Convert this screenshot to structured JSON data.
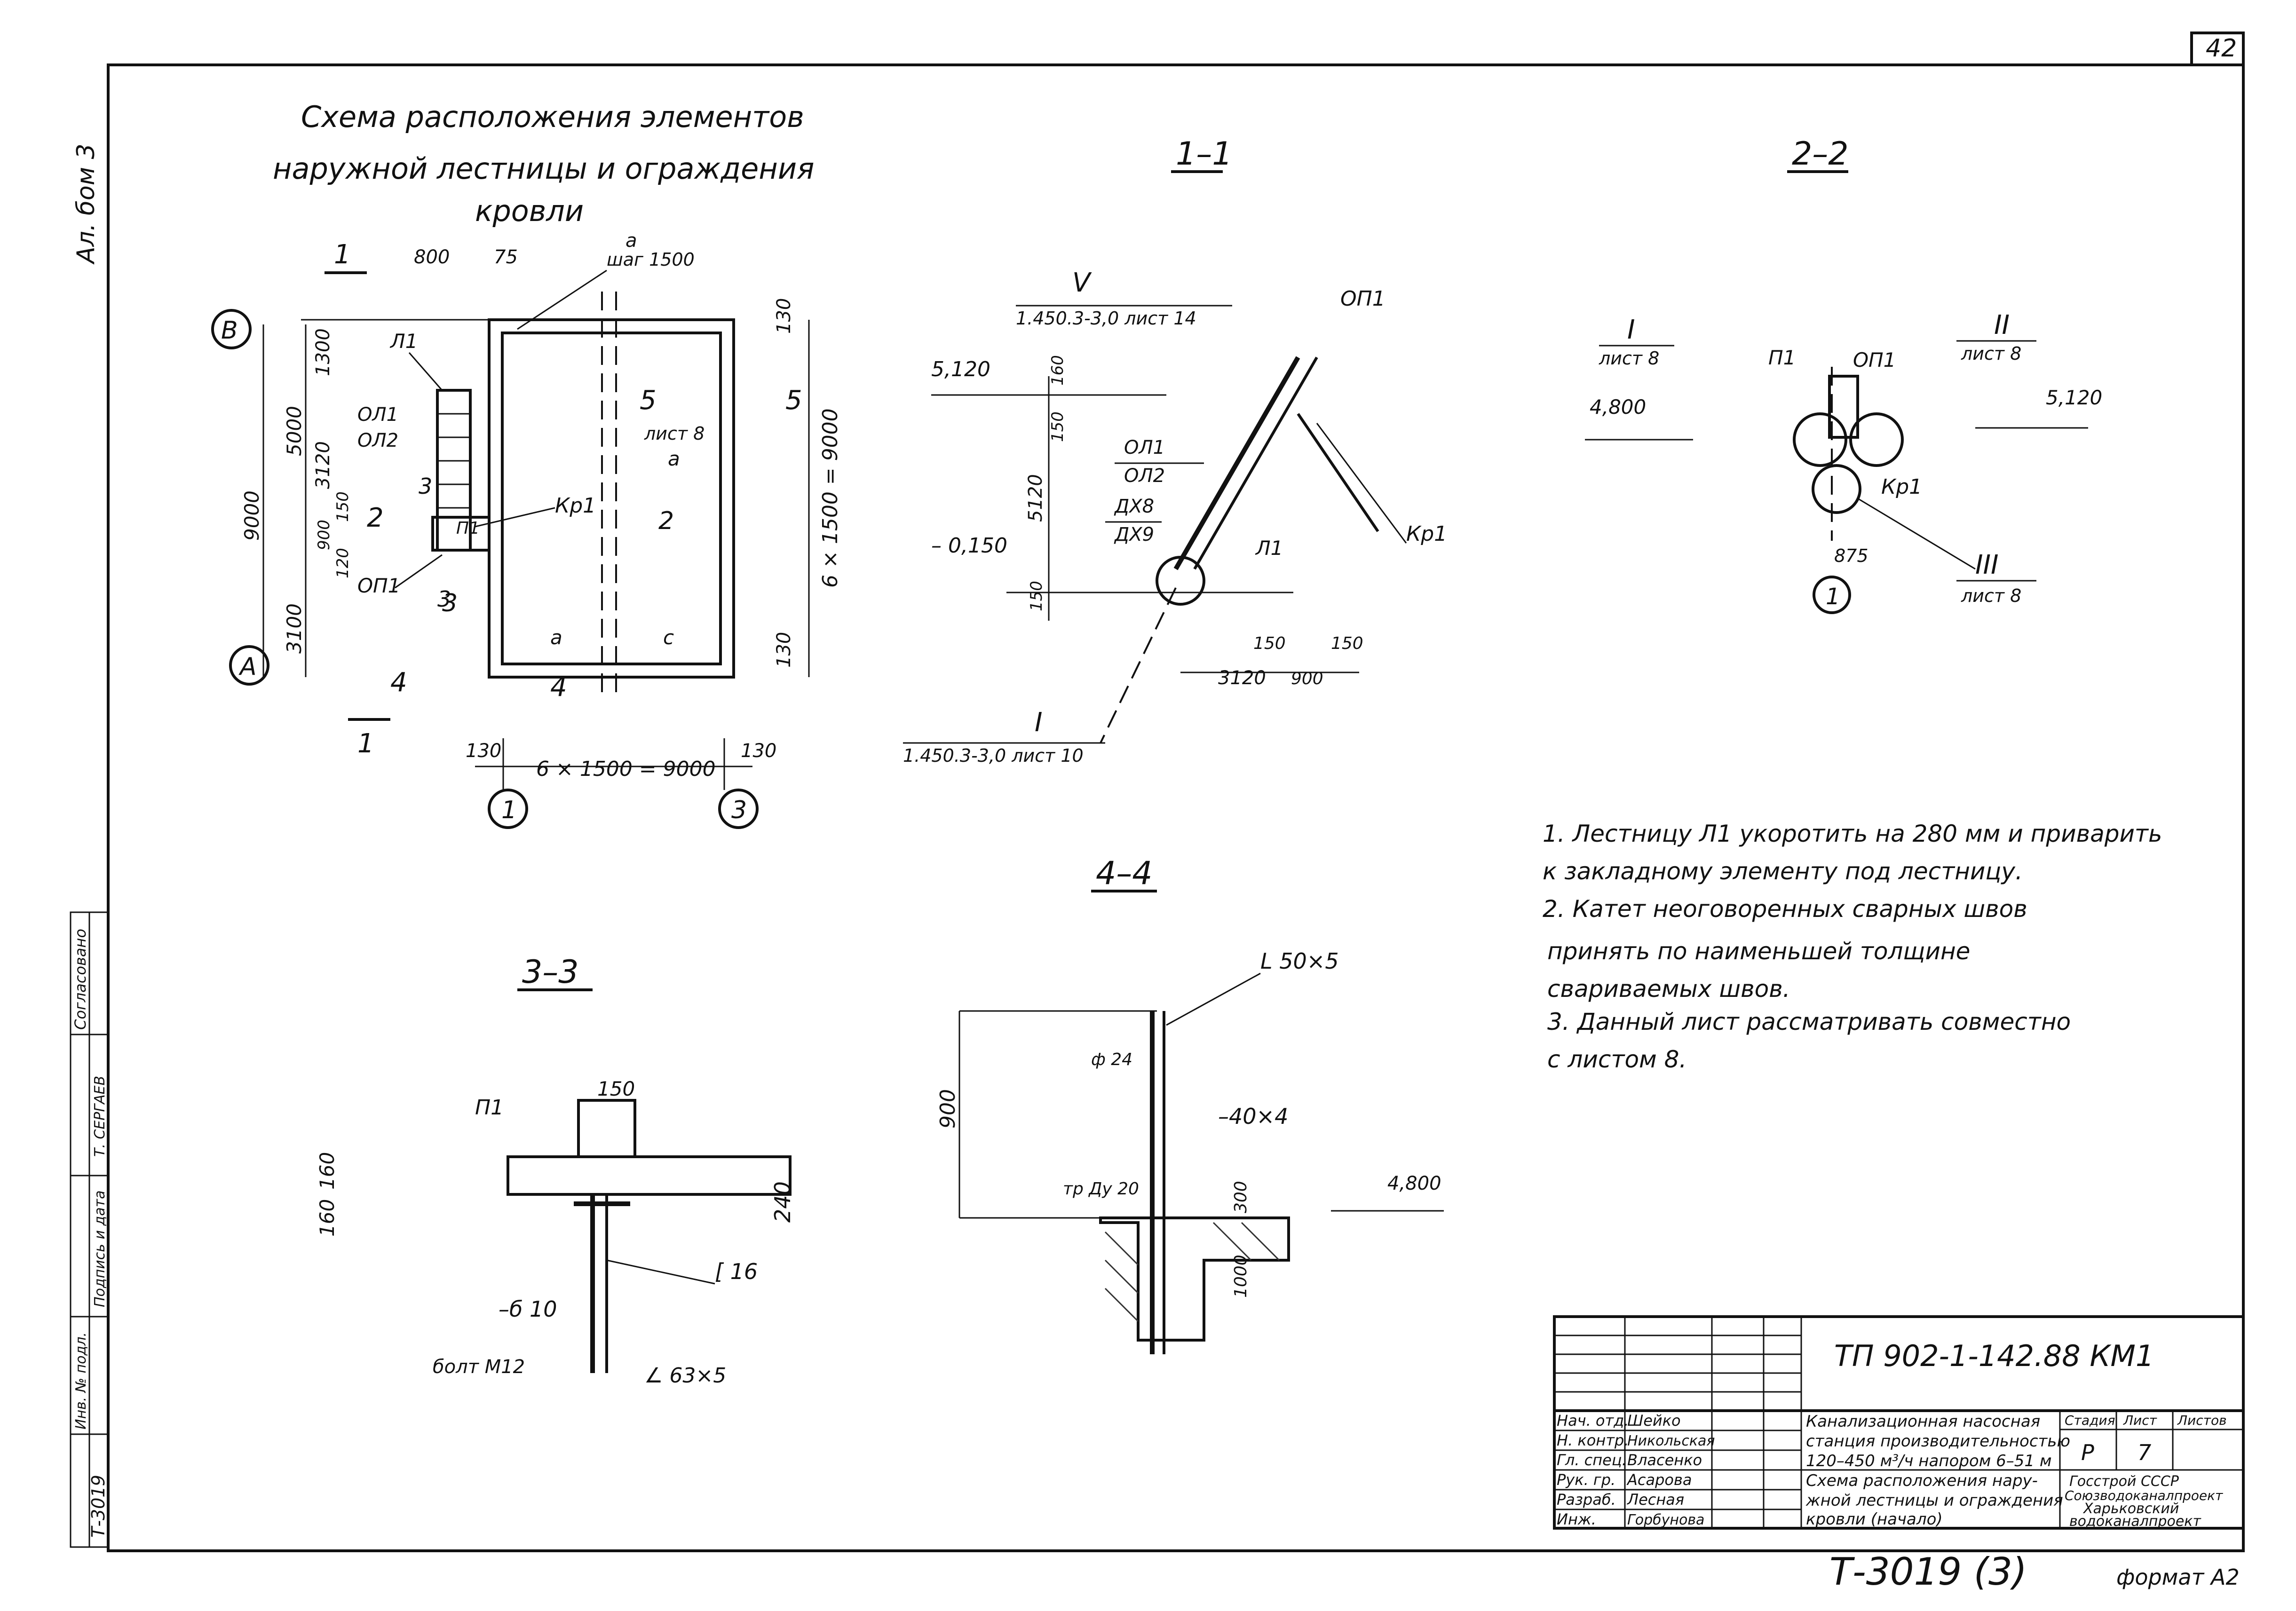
{
  "sheet_no": "42",
  "album_label": "Ал. бом 3",
  "plan": {
    "title_lines": [
      "Схема расположения элементов",
      "наружной лестницы и ограждения",
      "кровли"
    ],
    "section_marks": [
      "1",
      "1",
      "2",
      "3",
      "4",
      "4",
      "5"
    ],
    "axis_left_top": "В",
    "axis_left_bottom": "А",
    "axis_bottom_left": "1",
    "axis_bottom_right": "3",
    "dims": {
      "d800": "800",
      "d75": "75",
      "d5000": "5000",
      "d9000": "9000",
      "d3100": "3100",
      "d1300": "1300",
      "d3120": "3120",
      "d150": "150",
      "d900": "900",
      "d120": "120",
      "top_a": "а",
      "top_shag": "шаг 1500",
      "right_130a": "130",
      "right_130b": "130",
      "right_total": "6 × 1500 = 9000",
      "bot_130a": "130",
      "bot_130b": "130",
      "bot_total": "6 × 1500 = 9000"
    },
    "labels": {
      "l1": "Л1",
      "ol1": "ОЛ1",
      "ol2": "ОЛ2",
      "p1": "П1",
      "op1": "ОП1",
      "kr1": "Кр1",
      "a1": "а",
      "a2": "а",
      "c": "с",
      "n3a": "3",
      "n3b": "3",
      "list8": "лист 8"
    }
  },
  "sec11": {
    "title": "1–1",
    "roman_v": "V",
    "ref_top": "1.450.3-3,0 лист 14",
    "op1": "ОП1",
    "kr1": "Кр1",
    "lvl_top": "5,120",
    "lvl_bot": "– 0,150",
    "d160": "160",
    "d150a": "150",
    "d5120": "5120",
    "d150b": "150",
    "ol1": "ОЛ1",
    "ol2": "ОЛ2",
    "dx8": "ДХ8",
    "dx9": "ДХ9",
    "l1": "Л1",
    "d150c": "150",
    "d150d": "150",
    "d3120": "3120",
    "d900": "900",
    "roman_i": "I",
    "ref_bot": "1.450.3-3,0 лист 10"
  },
  "sec22": {
    "title": "2–2",
    "r1": "I",
    "r1_sheet": "лист 8",
    "r2": "II",
    "r2_sheet": "лист 8",
    "r3": "III",
    "r3_sheet": "лист 8",
    "p1": "П1",
    "op1": "ОП1",
    "kr1": "Кр1",
    "lvl_left": "4,800",
    "lvl_right": "5,120",
    "d875": "875",
    "axis": "1"
  },
  "notes": [
    "1. Лестницу Л1 укоротить на 280 мм и приварить",
    "к закладному элементу под лестницу.",
    "2. Катет неоговоренных сварных швов",
    "принять по наименьшей толщине",
    "свариваемых швов.",
    "3. Данный лист рассматривать совместно",
    "с листом 8."
  ],
  "sec33": {
    "title": "3–3",
    "p1": "П1",
    "d150": "150",
    "d160a": "160",
    "d160b": "160",
    "d240": "240",
    "channel": "[ 16",
    "plate": "–б 10",
    "bolt": "болт М12",
    "angle": "∠ 63×5"
  },
  "sec44": {
    "title": "4–4",
    "angle": "L 50×5",
    "d900": "900",
    "d24": "ф 24",
    "strip": "–40×4",
    "d300": "300",
    "pipe": "тр Ду 20",
    "d1000": "1000",
    "lvl": "4,800"
  },
  "left_strip": {
    "l1": "Согласовано",
    "l2": "Т. СЕРГАЕВ",
    "l3": "Инв. № подл.",
    "l4": "Подпись и дата",
    "l5": "Т-3019"
  },
  "title_block": {
    "code": "ТП 902-1-142.88  КМ1",
    "rows": [
      {
        "role": "Нач. отд.",
        "name": "Шейко"
      },
      {
        "role": "Н. контр.",
        "name": "Никольская"
      },
      {
        "role": "Гл. спец.",
        "name": "Власенко"
      },
      {
        "role": "Рук. гр.",
        "name": "Асарова"
      },
      {
        "role": "Разраб.",
        "name": "Лесная"
      },
      {
        "role": "Инж.",
        "name": "Горбунова"
      }
    ],
    "desc1": [
      "Канализационная насосная",
      "станция производительностью",
      "120–450 м³/ч напором 6–51 м"
    ],
    "desc2": [
      "Схема расположения нару-",
      "жной лестницы и ограждения",
      "кровли (начало)"
    ],
    "stage_hdr": "Стадия",
    "sheet_hdr": "Лист",
    "sheets_hdr": "Листов",
    "stage": "Р",
    "sheet": "7",
    "org": [
      "Госстрой СССР",
      "Союзводоканалпроект",
      "Харьковский",
      "водоканалпроект"
    ]
  },
  "stamp": "Т-3019 (3)",
  "format": "формат А2"
}
